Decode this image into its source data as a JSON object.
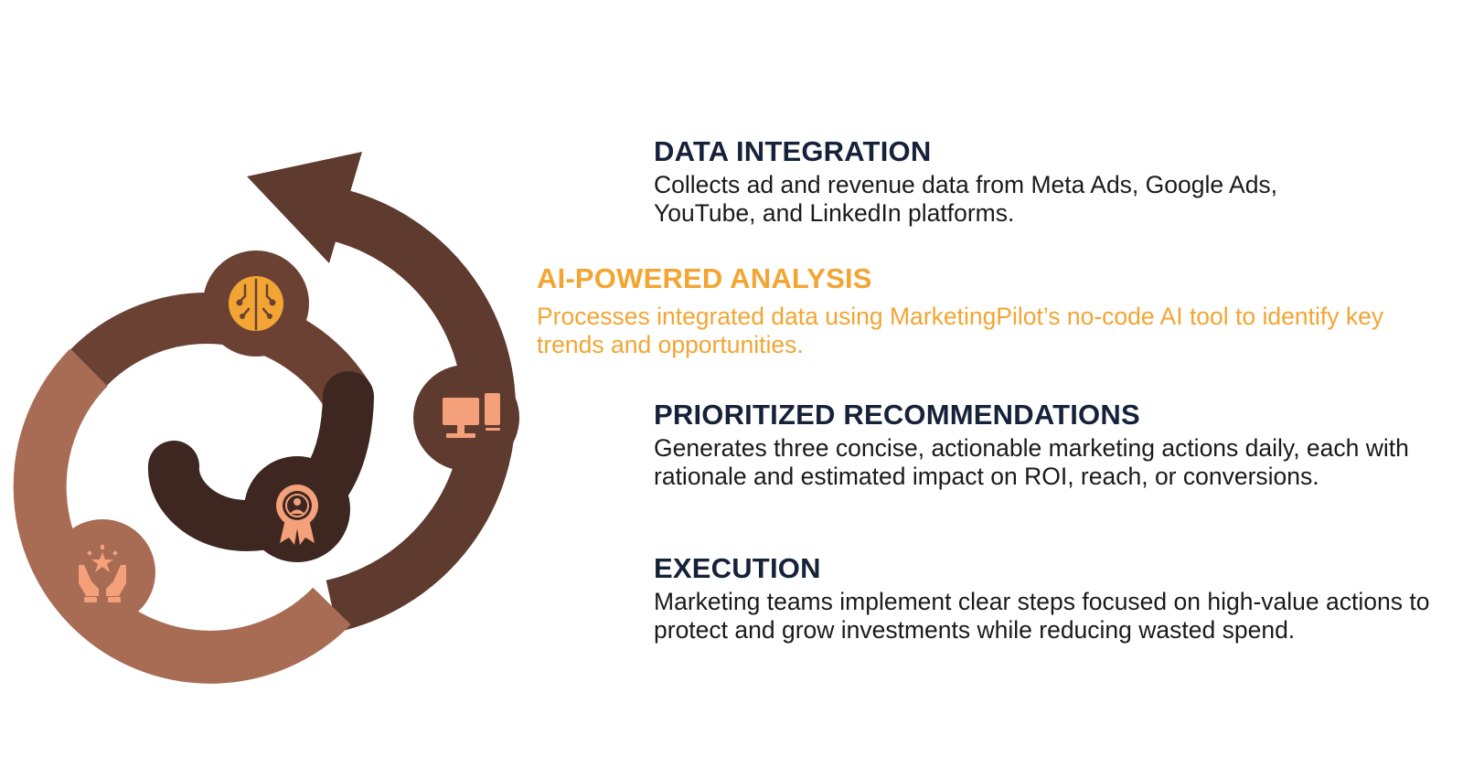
{
  "colors": {
    "arrow_dark": "#5e3a2f",
    "ring_dark": "#6b4134",
    "ring_light": "#a86c55",
    "inner_dark": "#3e2720",
    "icon_peach": "#f4a07a",
    "icon_orange": "#f3a533",
    "heading_dark": "#16213a",
    "highlight_orange": "#f3a533"
  },
  "diagram": {
    "icons": [
      "monitor-icon",
      "brain-circuit-icon",
      "award-badge-icon",
      "hands-holding-star-icon"
    ]
  },
  "steps": [
    {
      "title": "DATA INTEGRATION",
      "description": "Collects ad and revenue data from Meta Ads, Google Ads, YouTube, and LinkedIn platforms.",
      "highlighted": false
    },
    {
      "title": "AI-POWERED ANALYSIS",
      "description": "Processes integrated data using MarketingPilot’s no-code AI tool to identify key trends and opportunities.",
      "highlighted": true
    },
    {
      "title": "PRIORITIZED RECOMMENDATIONS",
      "description": "Generates three concise, actionable marketing actions daily, each with rationale and estimated impact on ROI, reach, or conversions.",
      "highlighted": false
    },
    {
      "title": "EXECUTION",
      "description": "Marketing teams implement clear steps focused on high-value actions to protect and grow investments while reducing wasted spend.",
      "highlighted": false
    }
  ]
}
